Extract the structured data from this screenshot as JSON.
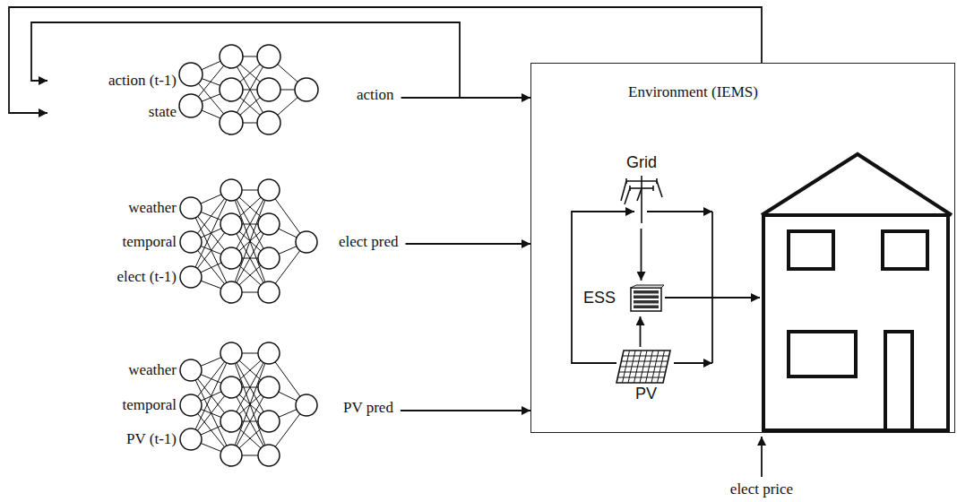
{
  "diagram": {
    "nodes": [
      {
        "text": [
          "Environment (IEMS)"
        ]
      },
      {
        "text": [
          "Grid"
        ],
        "in": 0
      },
      {
        "text": [
          "ESS"
        ],
        "in": 0
      },
      {
        "text": [
          "PV"
        ],
        "in": 0
      }
    ],
    "edges": [
      {
        "from": 1,
        "to": 2,
        "arrow": "to"
      },
      {
        "from": 3,
        "to": 2,
        "arrow": "to"
      }
    ],
    "labels": [
      "action (t-1)",
      "state",
      "action",
      "weather",
      "temporal",
      "elect (t-1)",
      "elect pred",
      "weather",
      "temporal",
      "PV (t-1)",
      "PV pred",
      "elect price"
    ]
  }
}
